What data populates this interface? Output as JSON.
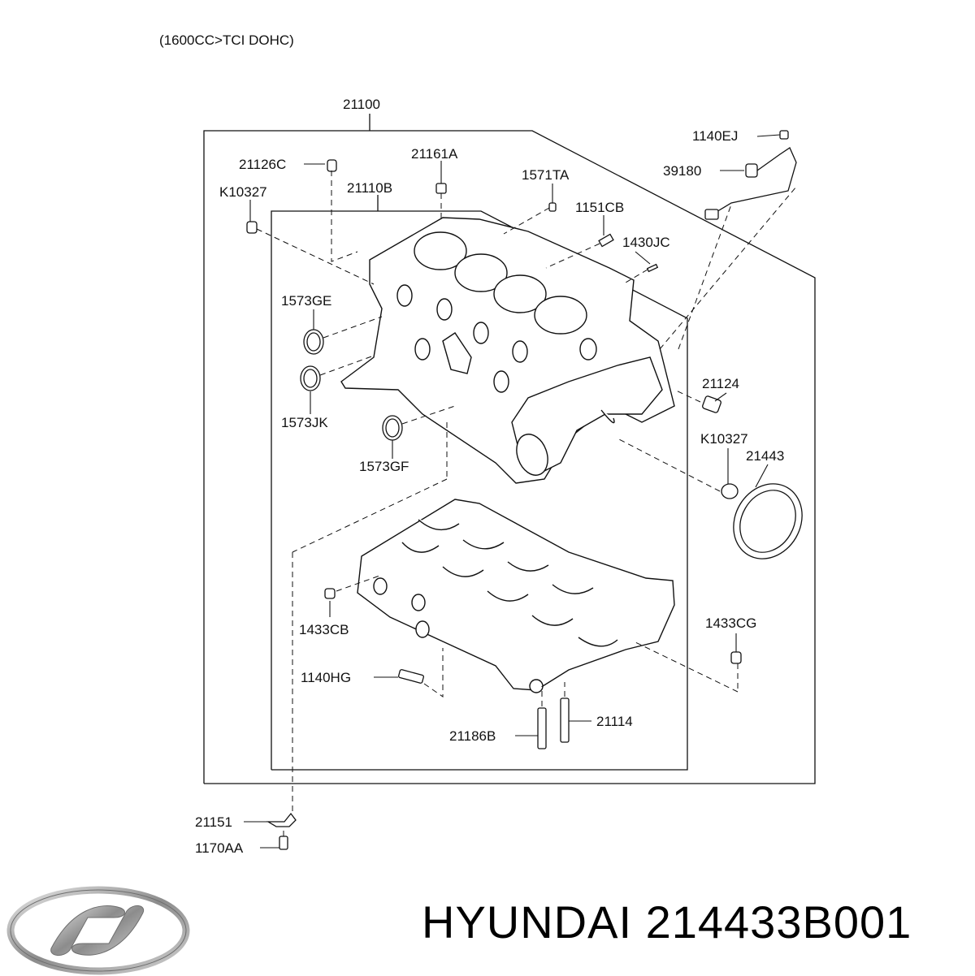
{
  "header": {
    "engine_spec": "(1600CC>TCI DOHC)"
  },
  "footer": {
    "brand": "HYUNDAI",
    "part_number": "214433B001",
    "logo_icon": "hyundai-logo-icon"
  },
  "callouts": {
    "c21100": "21100",
    "c1140EJ": "1140EJ",
    "c39180": "39180",
    "c21126C": "21126C",
    "c21161A": "21161A",
    "c1571TA": "1571TA",
    "cK10327a": "K10327",
    "c21110B": "21110B",
    "c1151CB": "1151CB",
    "c1430JC": "1430JC",
    "c1573GE": "1573GE",
    "c1573JK": "1573JK",
    "c1573GF": "1573GF",
    "c21124": "21124",
    "cK10327b": "K10327",
    "c21443": "21443",
    "c1433CB": "1433CB",
    "c1433CG": "1433CG",
    "c1140HG": "1140HG",
    "c21186B": "21186B",
    "c21114": "21114",
    "c21151": "21151",
    "c1170AA": "1170AA"
  },
  "colors": {
    "line": "#111111",
    "logo_silver": "#9a9a9a"
  }
}
